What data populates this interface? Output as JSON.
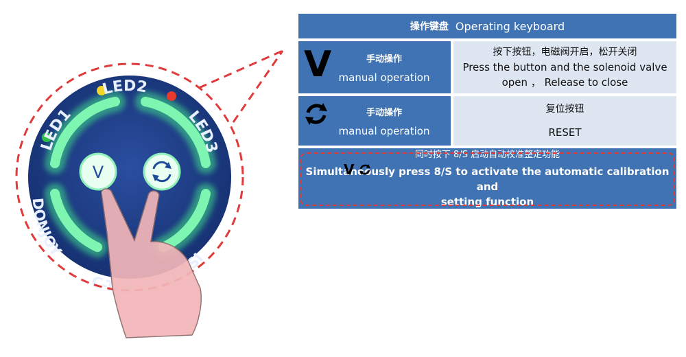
{
  "keypad": {
    "led1": "LED1",
    "led2": "LED2",
    "led3": "LED3",
    "brand": "DONJOY",
    "model": "C-TOP-2262 ASI",
    "button_v": "V"
  },
  "table": {
    "header": {
      "zh": "操作键盘",
      "en": "Operating keyboard"
    },
    "rows": [
      {
        "icon": "v-letter-icon",
        "icon_text": "V",
        "left_zh": "手动操作",
        "left_en": "manual operation",
        "right_zh": "按下按钮，电磁阀开启，松开关闭",
        "right_en_1": "Press the  button and the solenoid valve",
        "right_en_2": "open  ， Release to close"
      },
      {
        "icon": "reset-cycle-icon",
        "left_zh": "手动操作",
        "left_en": "manual operation",
        "right_zh": "复位按钮",
        "right_en_1": "RESET"
      }
    ],
    "combo": {
      "icon_text": "V",
      "zh": "同时按下 8/S 启动自动校准整定功能",
      "en_1": "Simultaneously press 8/S to activate the automatic calibration and",
      "en_2": "setting function"
    }
  },
  "colors": {
    "table_blue": "#3f73b3",
    "cell_light": "#dde6f1",
    "dashed_red": "#e03a3a",
    "keypad_navy": "#1e3f86",
    "led_green_glow": "#3fe08a",
    "hand_pink": "#f2b6b8"
  }
}
